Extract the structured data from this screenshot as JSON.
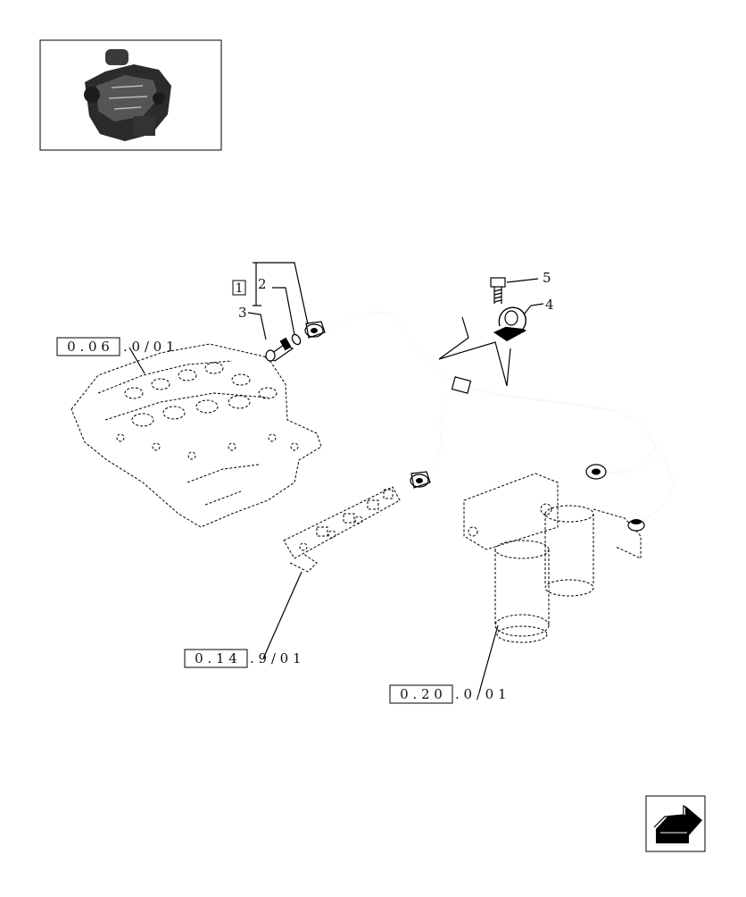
{
  "thumbnail": {
    "icon": "engine-thumbnail-icon"
  },
  "callouts": {
    "ref_0_06": {
      "boxed": "0 . 0 6",
      "suffix": ". 0 / 0 1"
    },
    "ref_0_14": {
      "boxed": "0 . 1 4",
      "suffix": ". 9 / 0 1"
    },
    "ref_0_20": {
      "boxed": "0 . 2 0",
      "suffix": ". 0 / 0 1"
    }
  },
  "parts": {
    "kit": "1",
    "p2": "2",
    "p3": "3",
    "p4": "4",
    "p5": "5"
  },
  "nav": {
    "icon": "next-page-arrow-icon"
  }
}
